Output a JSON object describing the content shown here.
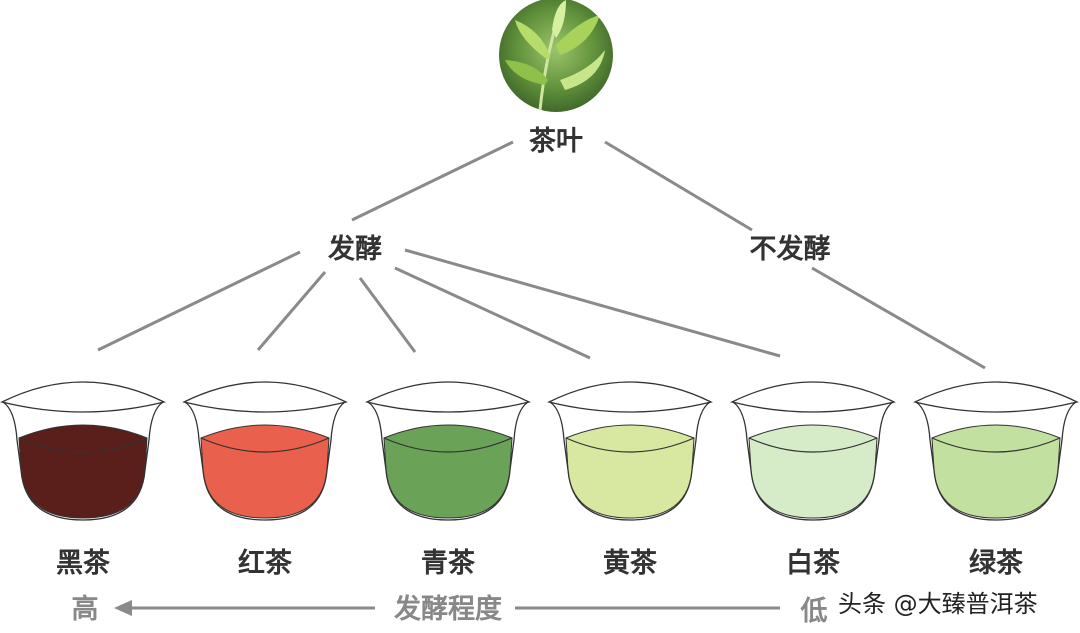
{
  "root": {
    "label": "茶叶",
    "image": "tea-leaf-photo"
  },
  "branches": {
    "fermented": "发酵",
    "unfermented": "不发酵"
  },
  "teas": [
    {
      "label": "黑茶",
      "color": "#5a1f1a"
    },
    {
      "label": "红茶",
      "color": "#e9604c"
    },
    {
      "label": "青茶",
      "color": "#6aa257"
    },
    {
      "label": "黄茶",
      "color": "#d9e8a0"
    },
    {
      "label": "白茶",
      "color": "#d6ebc8"
    },
    {
      "label": "绿茶",
      "color": "#c2e0a0"
    }
  ],
  "scale": {
    "high": "高",
    "title": "发酵程度",
    "low": "低"
  },
  "watermark": "头条 @大臻普洱茶"
}
